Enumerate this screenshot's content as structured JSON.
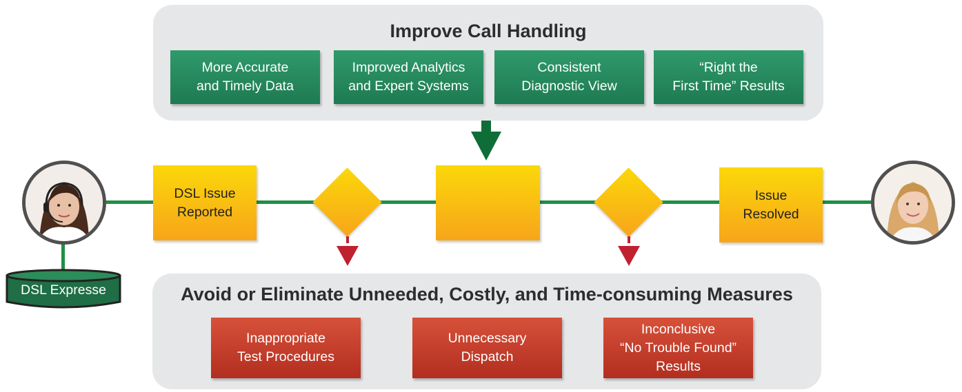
{
  "top_panel": {
    "title": "Improve Call Handling",
    "boxes": [
      {
        "line1": "More Accurate",
        "line2": "and Timely Data"
      },
      {
        "line1": "Improved Analytics",
        "line2": "and Expert Systems"
      },
      {
        "line1": "Consistent",
        "line2": "Diagnostic View"
      },
      {
        "line1": "“Right the",
        "line2": "First Time” Results"
      }
    ]
  },
  "flow": {
    "start": {
      "line1": "DSL Issue",
      "line2": "Reported"
    },
    "middle": {
      "line1": "",
      "line2": ""
    },
    "end": {
      "line1": "Issue",
      "line2": "Resolved"
    }
  },
  "database": {
    "label": "DSL Expresse"
  },
  "bottom_panel": {
    "title": "Avoid or Eliminate Unneeded, Costly, and Time-consuming Measures",
    "boxes": [
      {
        "lines": [
          "Inappropriate",
          "Test Procedures"
        ]
      },
      {
        "lines": [
          "Unnecessary",
          "Dispatch"
        ]
      },
      {
        "lines": [
          "Inconclusive",
          "“No Trouble Found”",
          "Results"
        ]
      }
    ]
  },
  "colors": {
    "panel": "#e6e7e8",
    "green_box": "#2a8c60",
    "red_box": "#c43f2b",
    "yellow": "#fbc80f",
    "line_green": "#1f8f45",
    "arrow_green": "#0f6e37",
    "arrow_red": "#c0212f"
  }
}
